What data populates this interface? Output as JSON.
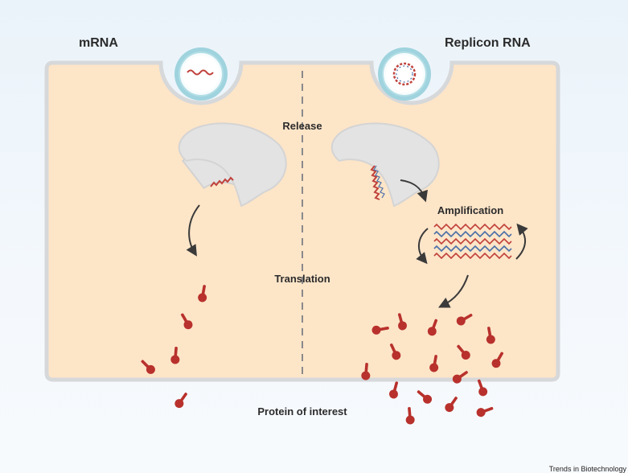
{
  "labels": {
    "left_title": "mRNA",
    "right_title": "Replicon RNA",
    "release": "Release",
    "amplification": "Amplification",
    "translation": "Translation",
    "protein": "Protein of interest",
    "credit": "Trends in Biotechnology"
  },
  "colors": {
    "cell_fill": "#fde5c8",
    "cell_stroke": "#d6d8da",
    "vesicle_outer": "#9fd3de",
    "vesicle_inner": "#f4fbfd",
    "endosome": "#e3e3e3",
    "protein": "#b8312c",
    "rna_red": "#c0423c",
    "rna_blue": "#4b6fa8",
    "arrow": "#3a3a3a"
  },
  "icons": [
    "vesicle-icon",
    "endosome-icon",
    "rna-strand-icon",
    "protein-icon",
    "curved-arrow-icon"
  ]
}
